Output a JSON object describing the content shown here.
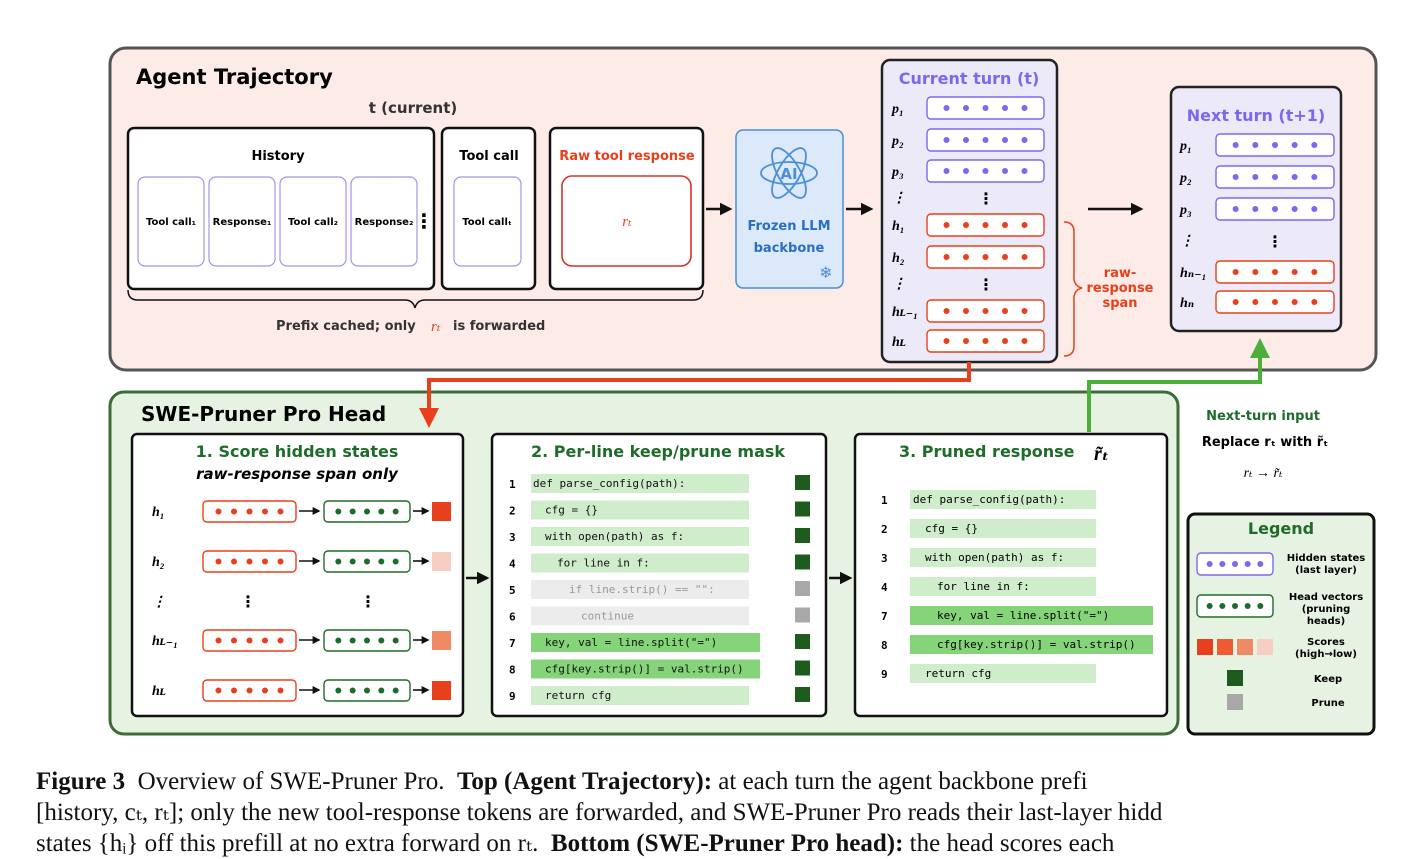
{
  "top": {
    "title": "Agent Trajectory",
    "t_label": "t (current)",
    "history_label": "History",
    "history_items": [
      "Tool call₁",
      "Response₁",
      "Tool call₂",
      "Response₂"
    ],
    "tool_call_label": "Tool call",
    "tool_call_item": "Tool callₜ",
    "raw_label": "Raw tool response",
    "raw_symbol": "rₜ",
    "prefix_text": "Prefix cached; only",
    "prefix_symbol": "rₜ",
    "prefix_end": "is forwarded",
    "llm_line1": "Frozen LLM",
    "llm_line2": "backbone",
    "llm_ai": "AI",
    "snowflake": "❄",
    "current_title": "Current turn (t)",
    "current_rows": [
      {
        "label": "p₁",
        "kind": "purple"
      },
      {
        "label": "p₂",
        "kind": "purple"
      },
      {
        "label": "p₃",
        "kind": "purple"
      },
      {
        "label": "⋮",
        "kind": "dots"
      },
      {
        "label": "h₁",
        "kind": "red"
      },
      {
        "label": "h₂",
        "kind": "red"
      },
      {
        "label": "⋮",
        "kind": "dots"
      },
      {
        "label": "hʟ₋₁",
        "kind": "red"
      },
      {
        "label": "hʟ",
        "kind": "red"
      }
    ],
    "span_label": [
      "raw-",
      "response",
      "span"
    ],
    "next_title": "Next turn (t+1)",
    "next_rows": [
      {
        "label": "p₁",
        "kind": "purple"
      },
      {
        "label": "p₂",
        "kind": "purple"
      },
      {
        "label": "p₃",
        "kind": "purple"
      },
      {
        "label": "⋮",
        "kind": "dots"
      },
      {
        "label": "hₙ₋₁",
        "kind": "red"
      },
      {
        "label": "hₙ",
        "kind": "red"
      }
    ]
  },
  "head": {
    "title": "SWE-Pruner Pro Head",
    "panel1_title": "1. Score hidden states",
    "panel1_sub": "raw-response span only",
    "panel1_rows": [
      {
        "label": "h₁",
        "score": "#e8401c"
      },
      {
        "label": "h₂",
        "score": "#f6cfc2"
      },
      {
        "label": "⋮",
        "score": ""
      },
      {
        "label": "hʟ₋₁",
        "score": "#f08a64"
      },
      {
        "label": "hʟ",
        "score": "#e8401c"
      }
    ],
    "panel2_title": "2. Per-line keep/prune mask",
    "panel2_lines": [
      {
        "n": "1",
        "code": "def parse_config(path):",
        "keep": true
      },
      {
        "n": "2",
        "code": "  cfg = {}",
        "keep": true
      },
      {
        "n": "3",
        "code": "  with open(path) as f:",
        "keep": true
      },
      {
        "n": "4",
        "code": "    for line in f:",
        "keep": true
      },
      {
        "n": "5",
        "code": "      if line.strip() == \"\":",
        "keep": false
      },
      {
        "n": "6",
        "code": "        continue",
        "keep": false
      },
      {
        "n": "7",
        "code": "  key, val = line.split(\"=\")",
        "keep": true
      },
      {
        "n": "8",
        "code": "  cfg[key.strip()] = val.strip()",
        "keep": true
      },
      {
        "n": "9",
        "code": "  return cfg",
        "keep": true
      }
    ],
    "panel3_title": "3. Pruned response",
    "panel3_symbol": "r̃ₜ",
    "panel3_lines": [
      {
        "n": "1",
        "code": "def parse_config(path):"
      },
      {
        "n": "2",
        "code": "  cfg = {}"
      },
      {
        "n": "3",
        "code": "  with open(path) as f:"
      },
      {
        "n": "4",
        "code": "    for line in f:"
      },
      {
        "n": "7",
        "code": "    key, val = line.split(\"=\")"
      },
      {
        "n": "8",
        "code": "    cfg[key.strip()] = val.strip()"
      },
      {
        "n": "9",
        "code": "  return cfg"
      }
    ]
  },
  "side": {
    "next_input": "Next-turn input",
    "replace": "Replace rₜ with r̃ₜ",
    "map": "rₜ → r̃ₜ",
    "legend_title": "Legend",
    "legend_hidden": [
      "Hidden states",
      "(last layer)"
    ],
    "legend_head": [
      "Head vectors",
      "(pruning",
      "heads)"
    ],
    "legend_scores": [
      "Scores",
      "(high→low)"
    ],
    "legend_keep": "Keep",
    "legend_prune": "Prune"
  },
  "caption": {
    "fig": "Figure 3",
    "l1a": "Overview of SWE-Pruner Pro.",
    "l1b": "Top (Agent Trajectory):",
    "l1c": "at each turn the agent backbone prefi",
    "l2": "[history, cₜ, rₜ]; only the new tool-response tokens are forwarded, and SWE-Pruner Pro reads their last-layer hidd",
    "l3a": "states {hᵢ} off this prefill at no extra forward on rₜ.",
    "l3b": "Bottom (SWE-Pruner Pro head):",
    "l3c": "the head scores each"
  },
  "colors": {
    "purple": "#7b68ee",
    "red": "#e8401c",
    "green": "#1f6b2a",
    "keep": "#1e5c1e",
    "prune": "#a8a8a8",
    "code_keep": "#cfeccb",
    "code_kept_strong": "#86d47a",
    "code_prune": "#ececec"
  }
}
